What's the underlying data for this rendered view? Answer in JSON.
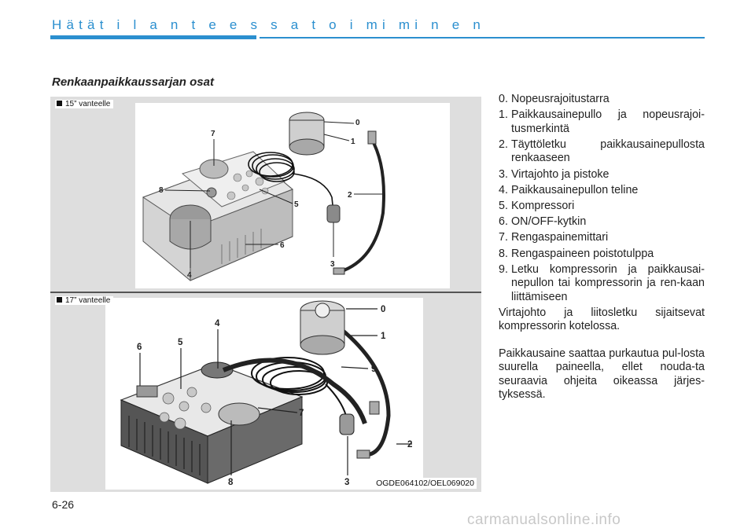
{
  "header": {
    "title": "Hätät i l a n t e e s s a  t o i mi mi n e n"
  },
  "section_title": "Renkaanpaikkaussarjan osat",
  "figures": [
    {
      "label": "15” vanteelle",
      "callouts": [
        "7",
        "8",
        "5",
        "6",
        "4",
        "3",
        "2",
        "1",
        "0"
      ]
    },
    {
      "label": "17” vanteelle",
      "callouts": [
        "6",
        "5",
        "4",
        "0",
        "1",
        "9",
        "7",
        "2",
        "3",
        "8"
      ],
      "code": "OGDE064102/OEL069020"
    }
  ],
  "legend": [
    {
      "num": "0.",
      "text": "Nopeusrajoitustarra"
    },
    {
      "num": "1.",
      "text": "Paikkausainepullo ja nopeusrajoi-tusmerkintä"
    },
    {
      "num": "2.",
      "text": "Täyttöletku paikkausainepullosta renkaaseen"
    },
    {
      "num": "3.",
      "text": "Virtajohto ja pistoke"
    },
    {
      "num": "4.",
      "text": "Paikkausainepullon teline"
    },
    {
      "num": "5.",
      "text": "Kompressori"
    },
    {
      "num": "6.",
      "text": "ON/OFF-kytkin"
    },
    {
      "num": "7.",
      "text": "Rengaspainemittari"
    },
    {
      "num": "8.",
      "text": "Rengaspaineen poistotulppa"
    },
    {
      "num": "9.",
      "text": "Letku kompressorin ja paikkausai-nepullon tai kompressorin ja ren-kaan liittämiseen"
    }
  ],
  "notes": [
    "Virtajohto ja liitosletku sijaitsevat kompressorin kotelossa.",
    "Paikkausaine saattaa purkautua pul-losta suurella paineella, ellet nouda-ta seuraavia ohjeita oikeassa järjes-tyksessä."
  ],
  "page_number": "6-26",
  "watermark": "carmanualsonline.info"
}
